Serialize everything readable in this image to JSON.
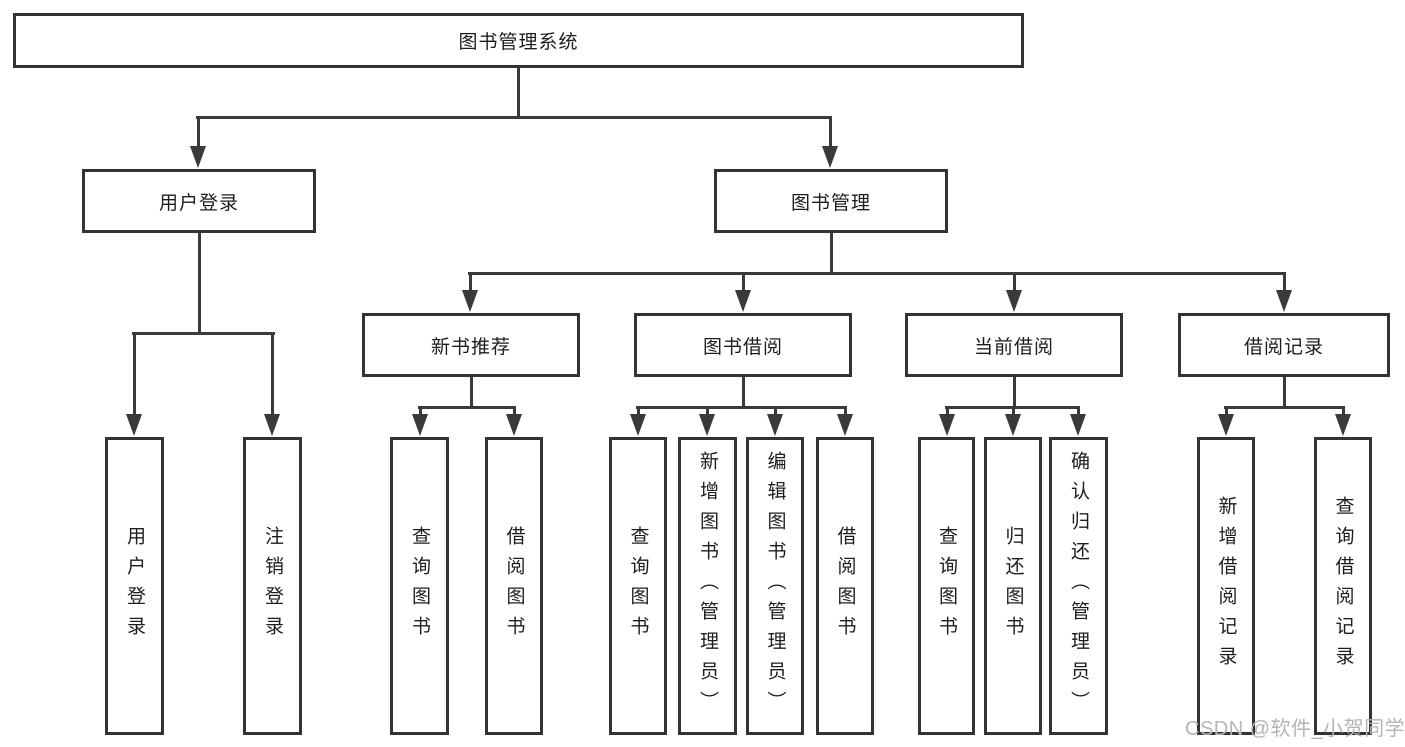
{
  "tree": {
    "root": {
      "label": "图书管理系统",
      "children": [
        {
          "label": "用户登录",
          "children": [
            {
              "label": "用户登录"
            },
            {
              "label": "注销登录"
            }
          ]
        },
        {
          "label": "图书管理",
          "children": [
            {
              "label": "新书推荐",
              "children": [
                {
                  "label": "查询图书"
                },
                {
                  "label": "借阅图书"
                }
              ]
            },
            {
              "label": "图书借阅",
              "children": [
                {
                  "label": "查询图书"
                },
                {
                  "label": "新增图书（管理员）"
                },
                {
                  "label": "编辑图书（管理员）"
                },
                {
                  "label": "借阅图书"
                }
              ]
            },
            {
              "label": "当前借阅",
              "children": [
                {
                  "label": "查询图书"
                },
                {
                  "label": "归还图书"
                },
                {
                  "label": "确认归还（管理员）"
                }
              ]
            },
            {
              "label": "借阅记录",
              "children": [
                {
                  "label": "新增借阅记录"
                },
                {
                  "label": "查询借阅记录"
                }
              ]
            }
          ]
        }
      ]
    }
  },
  "watermark": {
    "text": "CSDN @软件_小贺同学"
  },
  "colors": {
    "line": "#3a3a3a",
    "text": "#1d1d1d",
    "watermark": "#b5b5b5",
    "background": "#ffffff"
  }
}
